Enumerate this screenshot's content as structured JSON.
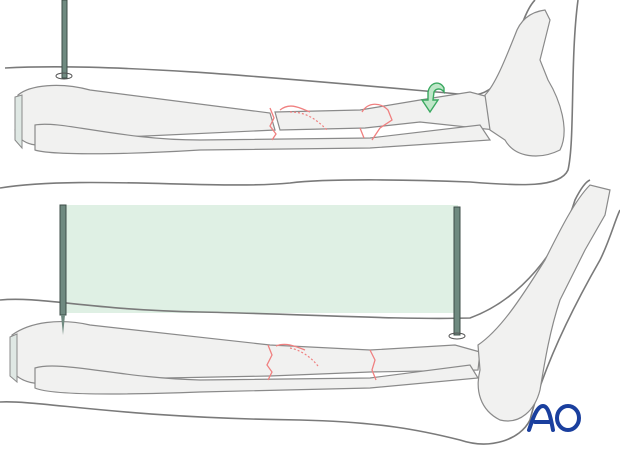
{
  "figure": {
    "logo_text": "AO",
    "colors": {
      "frame_fill": "#dff0e4",
      "fracture_lines": "#f08080",
      "rotation_arrow": "#3aa860",
      "logo": "#1a3f9e"
    },
    "panels": [
      {
        "name": "before-reduction",
        "shows": [
          "single-pin",
          "tibia-fibula-fracture",
          "rotation-arrow"
        ]
      },
      {
        "name": "after-frame",
        "shows": [
          "two-pins",
          "external-frame",
          "reduced-fracture"
        ]
      }
    ]
  }
}
